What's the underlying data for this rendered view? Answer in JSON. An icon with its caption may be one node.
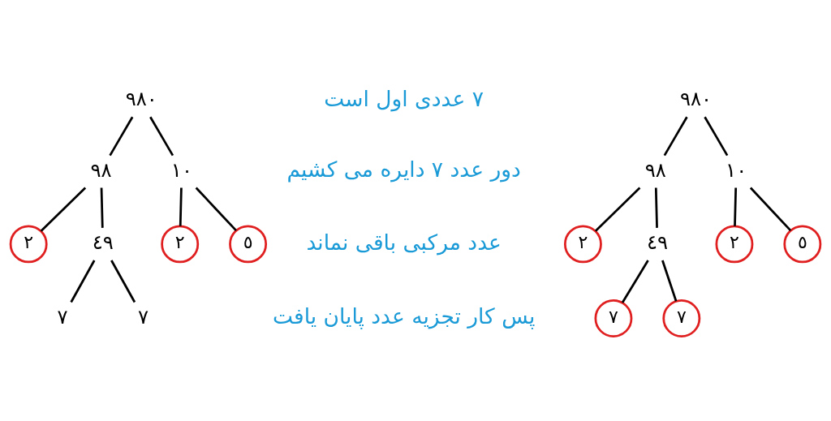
{
  "diagram": {
    "nodes": [
      {
        "text": [
          "٩٨٠"
        ]
      },
      {
        "text": [
          "٩٨"
        ]
      },
      {
        "text": [
          "١٠"
        ]
      },
      {
        "text": [
          "٢"
        ]
      },
      {
        "text": [
          "٤٩"
        ]
      },
      {
        "text": [
          "٢"
        ]
      },
      {
        "text": [
          "٥"
        ]
      },
      {
        "text": [
          "٧"
        ]
      },
      {
        "text": [
          "٧"
        ]
      },
      {
        "text": [
          "٩٨٠"
        ]
      },
      {
        "text": [
          "٩٨"
        ]
      },
      {
        "text": [
          "١٠"
        ]
      },
      {
        "text": [
          "٢"
        ]
      },
      {
        "text": [
          "٤٩"
        ]
      },
      {
        "text": [
          "٢"
        ]
      },
      {
        "text": [
          "٥"
        ]
      },
      {
        "text": [
          "٧"
        ]
      },
      {
        "text": [
          "٧"
        ]
      }
    ],
    "edges": [
      {
        "from": 0,
        "to": 1,
        "arrow": "none"
      },
      {
        "from": 0,
        "to": 2,
        "arrow": "none"
      },
      {
        "from": 1,
        "to": 3,
        "arrow": "none"
      },
      {
        "from": 1,
        "to": 4,
        "arrow": "none"
      },
      {
        "from": 2,
        "to": 5,
        "arrow": "none"
      },
      {
        "from": 2,
        "to": 6,
        "arrow": "none"
      },
      {
        "from": 4,
        "to": 7,
        "arrow": "none"
      },
      {
        "from": 4,
        "to": 8,
        "arrow": "none"
      },
      {
        "from": 9,
        "to": 10,
        "arrow": "none"
      },
      {
        "from": 9,
        "to": 11,
        "arrow": "none"
      },
      {
        "from": 10,
        "to": 12,
        "arrow": "none"
      },
      {
        "from": 10,
        "to": 13,
        "arrow": "none"
      },
      {
        "from": 11,
        "to": 14,
        "arrow": "none"
      },
      {
        "from": 11,
        "to": 15,
        "arrow": "none"
      },
      {
        "from": 13,
        "to": 16,
        "arrow": "none"
      },
      {
        "from": 13,
        "to": 17,
        "arrow": "none"
      }
    ],
    "labels": [
      "٧ عددی اول است",
      "دور عدد ٧ دایره می کشیم",
      "عدد مرکبی باقی نماند",
      "پس کار تجزیه عدد پایان یافت"
    ]
  }
}
